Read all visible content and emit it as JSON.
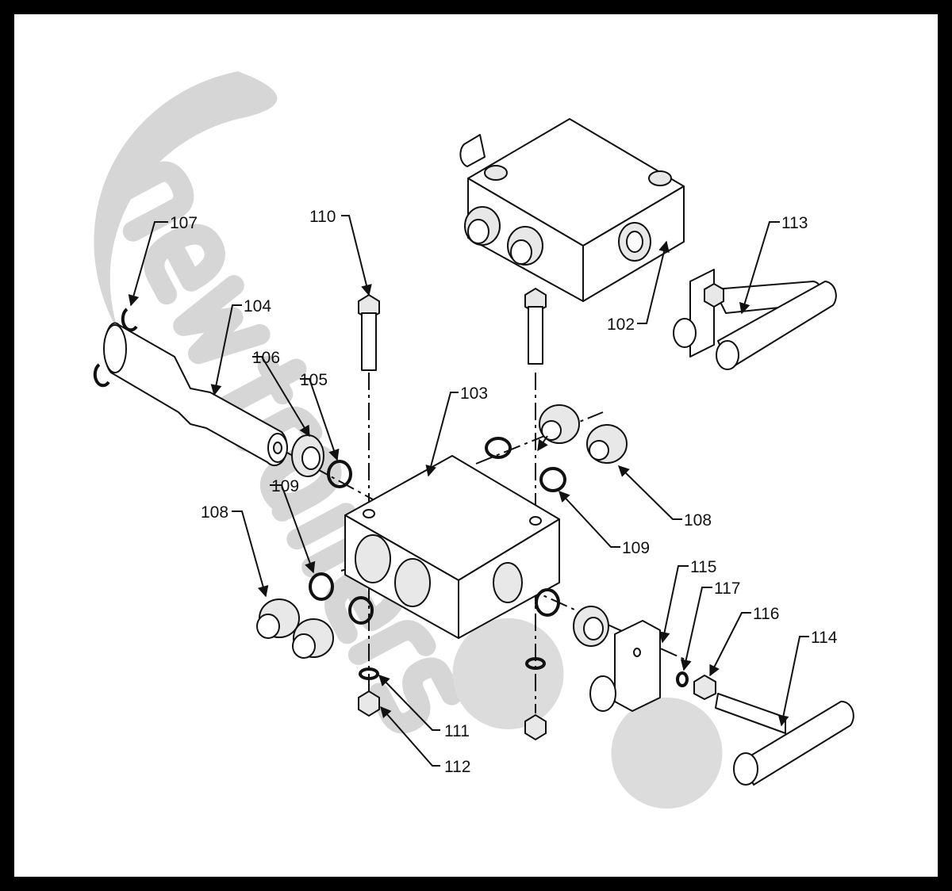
{
  "watermark": {
    "text": "newtrailers"
  },
  "callouts": {
    "c107": "107",
    "c104": "104",
    "c106": "106",
    "c105": "105",
    "c110": "110",
    "c103": "103",
    "c102": "102",
    "c113": "113",
    "c108a": "108",
    "c109a": "109",
    "c109b": "109",
    "c108b": "108",
    "c115": "115",
    "c117": "117",
    "c116": "116",
    "c114": "114",
    "c111": "111",
    "c112": "112"
  }
}
